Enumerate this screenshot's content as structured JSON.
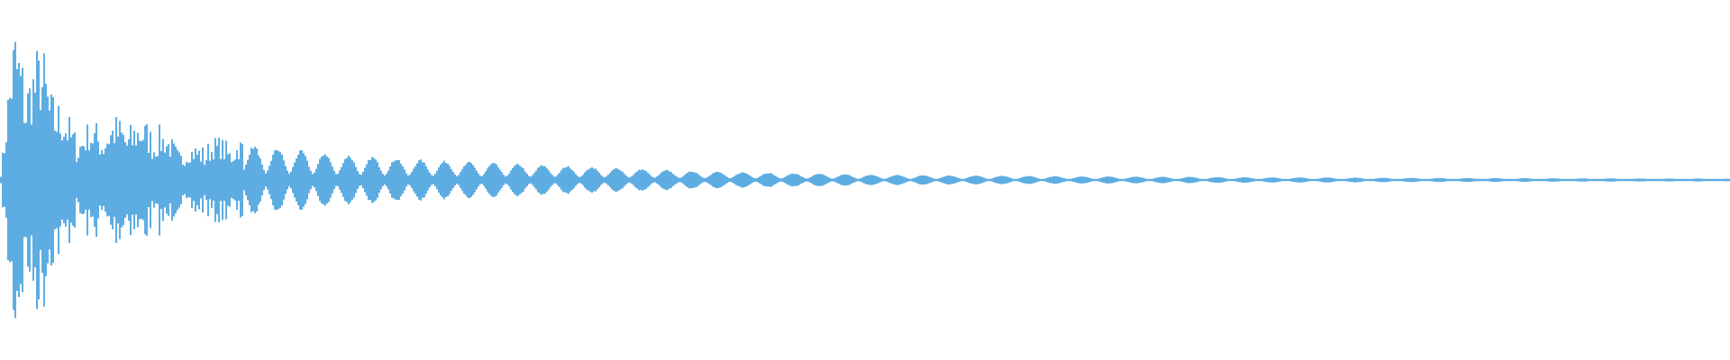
{
  "chart_data": {
    "type": "area",
    "title": "",
    "xlabel": "",
    "ylabel": "",
    "grid": false,
    "legend": "none",
    "ylim": [
      -1,
      1
    ],
    "color": "#5dade2",
    "envelope": [
      [
        0,
        0.05
      ],
      [
        0.4,
        0.45
      ],
      [
        0.8,
        0.75
      ],
      [
        1.5,
        0.6
      ],
      [
        2.5,
        0.62
      ],
      [
        3.5,
        0.35
      ],
      [
        4.5,
        0.25
      ],
      [
        6.0,
        0.3
      ],
      [
        7.5,
        0.3
      ],
      [
        9.0,
        0.28
      ],
      [
        10.5,
        0.15
      ],
      [
        12.0,
        0.2
      ],
      [
        14.0,
        0.2
      ],
      [
        17.0,
        0.17
      ],
      [
        20.0,
        0.14
      ],
      [
        25.0,
        0.11
      ],
      [
        30.0,
        0.09
      ],
      [
        35.0,
        0.07
      ],
      [
        40.0,
        0.05
      ],
      [
        45.0,
        0.04
      ],
      [
        50.0,
        0.03
      ],
      [
        60.0,
        0.022
      ],
      [
        70.0,
        0.017
      ],
      [
        80.0,
        0.013
      ],
      [
        90.0,
        0.01
      ],
      [
        100.0,
        0.008
      ]
    ]
  }
}
